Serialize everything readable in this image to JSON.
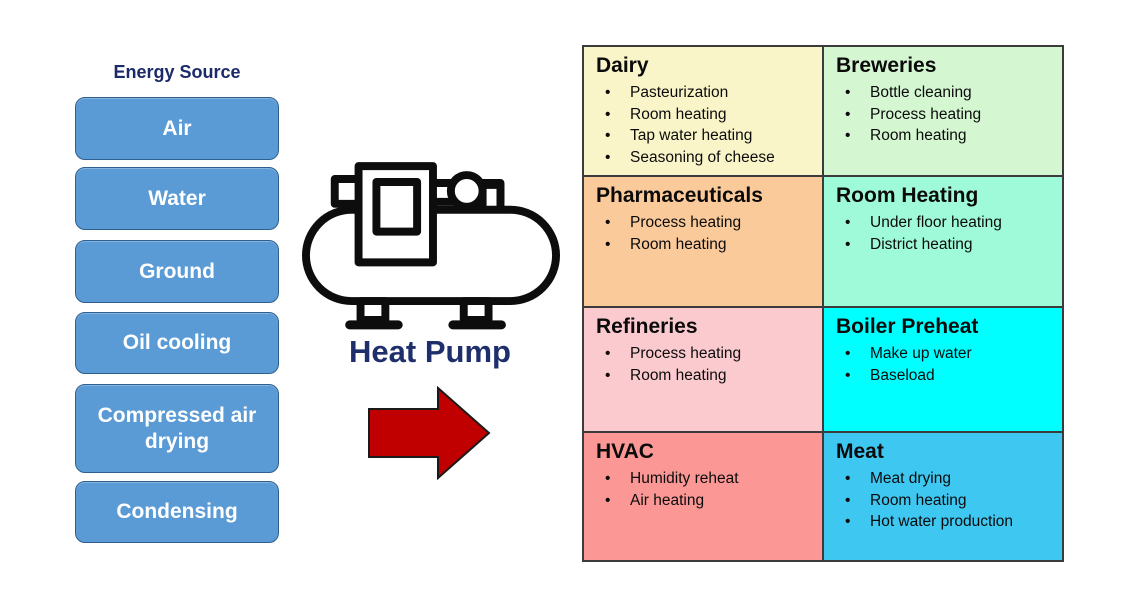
{
  "colors": {
    "button_fill": "#5B9BD5",
    "button_border": "#2E5F8F",
    "button_text": "#FFFFFF",
    "navy_text": "#1F2F6B",
    "arrow_red": "#C00000",
    "grid_line": "#3B3B3B"
  },
  "energy_source": {
    "title": "Energy Source",
    "fill": "#5B9BD5",
    "items": [
      "Air",
      "Water",
      "Ground",
      "Oil cooling",
      "Compressed air drying",
      "Condensing"
    ]
  },
  "heat_pump": {
    "label": "Heat Pump",
    "icon": "compressor-tank-icon",
    "arrow_icon": "arrow-right-icon",
    "arrow_color": "#C00000"
  },
  "applications": {
    "cells": [
      {
        "title": "Dairy",
        "bg": "#FAF5C8",
        "bullets": [
          "Pasteurization",
          "Room heating",
          "Tap water heating",
          "Seasoning of cheese"
        ]
      },
      {
        "title": "Breweries",
        "bg": "#D4F7D2",
        "bullets": [
          "Bottle cleaning",
          "Process heating",
          "Room heating"
        ]
      },
      {
        "title": "Pharmaceuticals",
        "bg": "#FACA9B",
        "bullets": [
          "Process heating",
          "Room heating"
        ]
      },
      {
        "title": "Room Heating",
        "bg": "#9EFAD8",
        "bullets": [
          "Under floor heating",
          "District heating"
        ]
      },
      {
        "title": "Refineries",
        "bg": "#FBCACF",
        "bullets": [
          "Process heating",
          "Room heating"
        ]
      },
      {
        "title": "Boiler Preheat",
        "bg": "#00FFFF",
        "bullets": [
          "Make up water",
          "Baseload"
        ]
      },
      {
        "title": "HVAC",
        "bg": "#FB9896",
        "bullets": [
          "Humidity reheat",
          "Air heating"
        ]
      },
      {
        "title": "Meat",
        "bg": "#3EC7F0",
        "bullets": [
          "Meat drying",
          "Room heating",
          "Hot water production"
        ]
      }
    ]
  }
}
